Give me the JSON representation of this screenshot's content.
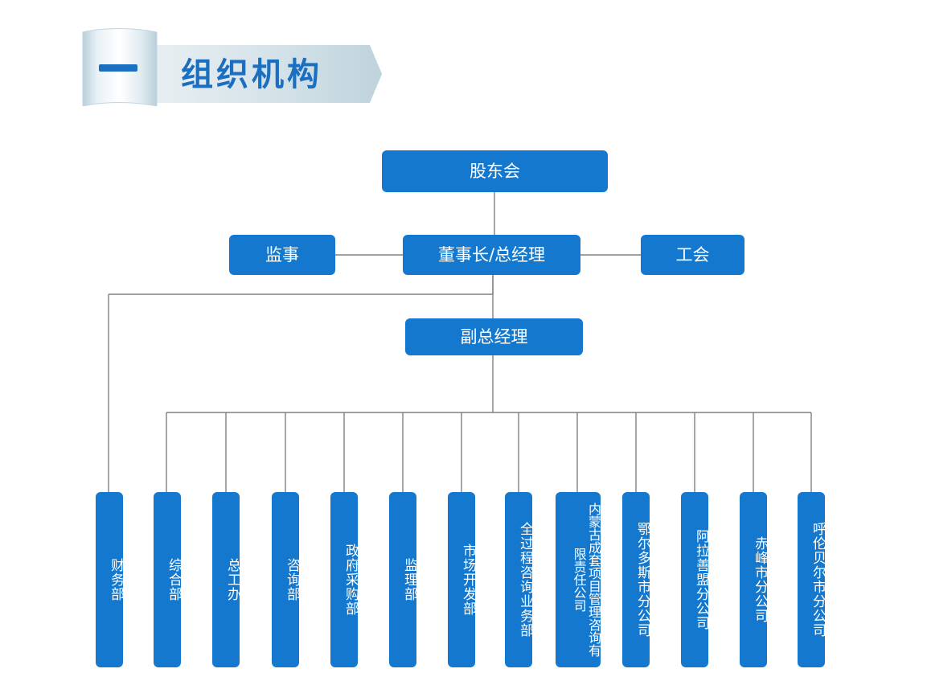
{
  "banner": {
    "title": "组织机构",
    "accent_color": "#1B6FC0",
    "ribbon_icon": "bookmark-ribbon-icon"
  },
  "chart_data": {
    "type": "diagram",
    "diagram_kind": "organization-chart",
    "node_color": "#1479CE",
    "node_text_color": "#FFFFFF",
    "connector_color": "#808080",
    "nodes": [
      {
        "id": "shareholders",
        "label": "股东会",
        "level": 0
      },
      {
        "id": "supervisor",
        "label": "监事",
        "level": 1
      },
      {
        "id": "chairman",
        "label": "董事长/总经理",
        "level": 1
      },
      {
        "id": "union",
        "label": "工会",
        "level": 1
      },
      {
        "id": "deputy",
        "label": "副总经理",
        "level": 2
      },
      {
        "id": "finance",
        "label": "财务部",
        "level": 3
      },
      {
        "id": "general",
        "label": "综合部",
        "level": 3
      },
      {
        "id": "chiefeng",
        "label": "总工办",
        "level": 3
      },
      {
        "id": "consulting",
        "label": "咨询部",
        "level": 3
      },
      {
        "id": "govprocure",
        "label": "政府采购部",
        "level": 3
      },
      {
        "id": "supervision",
        "label": "监理部",
        "level": 3
      },
      {
        "id": "marketdev",
        "label": "市场开发部",
        "level": 3
      },
      {
        "id": "wholeprocess",
        "label": "全过程咨询业务部",
        "level": 3
      },
      {
        "id": "neimeng",
        "label": "内蒙古成套项目管理咨询有限责任公司",
        "level": 3
      },
      {
        "id": "ordos",
        "label": "鄂尔多斯市分公司",
        "level": 3
      },
      {
        "id": "alashan",
        "label": "阿拉善盟分公司",
        "level": 3
      },
      {
        "id": "chifeng",
        "label": "赤峰市分公司",
        "level": 3
      },
      {
        "id": "hulunbeier",
        "label": "呼伦贝尔市分公司",
        "level": 3
      }
    ],
    "edges": [
      {
        "from": "shareholders",
        "to": "chairman"
      },
      {
        "from": "chairman",
        "to": "supervisor"
      },
      {
        "from": "chairman",
        "to": "union"
      },
      {
        "from": "chairman",
        "to": "deputy"
      },
      {
        "from": "chairman",
        "to": "finance"
      },
      {
        "from": "deputy",
        "to": "general"
      },
      {
        "from": "deputy",
        "to": "chiefeng"
      },
      {
        "from": "deputy",
        "to": "consulting"
      },
      {
        "from": "deputy",
        "to": "govprocure"
      },
      {
        "from": "deputy",
        "to": "supervision"
      },
      {
        "from": "deputy",
        "to": "marketdev"
      },
      {
        "from": "deputy",
        "to": "wholeprocess"
      },
      {
        "from": "deputy",
        "to": "neimeng"
      },
      {
        "from": "deputy",
        "to": "ordos"
      },
      {
        "from": "deputy",
        "to": "alashan"
      },
      {
        "from": "deputy",
        "to": "chifeng"
      },
      {
        "from": "deputy",
        "to": "hulunbeier"
      }
    ]
  }
}
